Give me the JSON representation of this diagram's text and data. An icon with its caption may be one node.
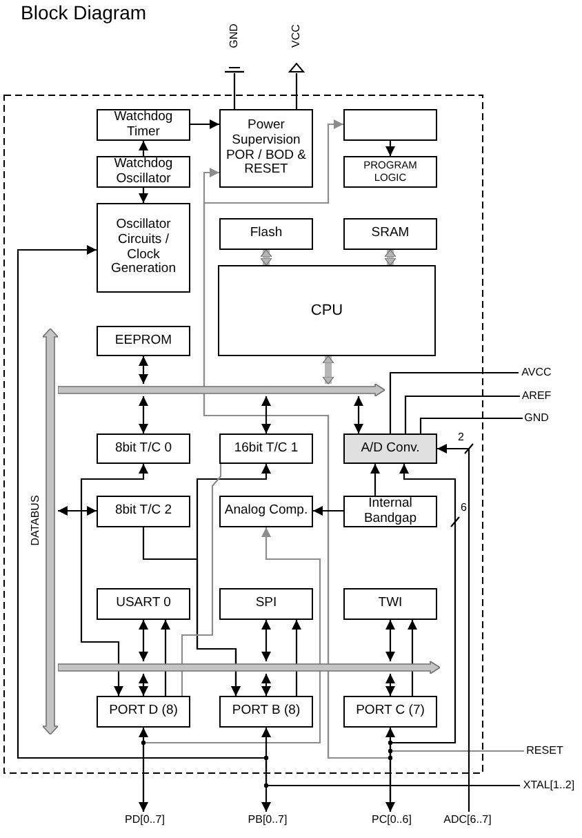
{
  "diagram": {
    "title": "Block Diagram",
    "nodes": [
      {
        "text": [
          "Watchdog Timer"
        ]
      },
      {
        "text": [
          "Watchdog Oscillator"
        ]
      },
      {
        "text": [
          "Oscillator Circuits / Clock Generation"
        ]
      },
      {
        "text": [
          "Power Supervision POR / BOD & RESET"
        ]
      },
      {
        "text": [],
        "shape": "box"
      },
      {
        "text": [
          "PROGRAM LOGIC"
        ]
      },
      {
        "text": [
          "Flash"
        ]
      },
      {
        "text": [
          "SRAM"
        ]
      },
      {
        "text": [
          "CPU"
        ]
      },
      {
        "text": [
          "EEPROM"
        ]
      },
      {
        "text": [
          "8bit T/C 0"
        ]
      },
      {
        "text": [
          "16bit T/C 1"
        ]
      },
      {
        "text": [
          "A/D Conv."
        ]
      },
      {
        "text": [
          "8bit T/C 2"
        ]
      },
      {
        "text": [
          "Analog Comp."
        ]
      },
      {
        "text": [
          "Internal Bandgap"
        ]
      },
      {
        "text": [
          "USART 0"
        ]
      },
      {
        "text": [
          "SPI"
        ]
      },
      {
        "text": [
          "TWI"
        ]
      },
      {
        "text": [
          "PORT D (8)"
        ]
      },
      {
        "text": [
          "PORT B (8)"
        ]
      },
      {
        "text": [
          "PORT C (7)"
        ]
      },
      {
        "text": [],
        "shape": "bar",
        "beside": [
          "DATABUS"
        ]
      },
      {
        "text": [],
        "shape": "bar"
      },
      {
        "text": [],
        "shape": "bar"
      },
      {
        "text": [
          "GND"
        ]
      },
      {
        "text": [
          "VCC"
        ]
      },
      {
        "text": [
          "AVCC"
        ]
      },
      {
        "text": [
          "AREF"
        ]
      },
      {
        "text": [
          "GND"
        ]
      },
      {
        "text": [
          "RESET"
        ]
      },
      {
        "text": [
          "XTAL[1..2]"
        ]
      },
      {
        "text": [
          "PD[0..7]"
        ]
      },
      {
        "text": [
          "PB[0..7]"
        ]
      },
      {
        "text": [
          "PC[0..6]"
        ]
      },
      {
        "text": [
          "ADC[6..7]"
        ]
      }
    ],
    "edges": [
      {
        "from": 0,
        "to": 3,
        "arrow": "to"
      },
      {
        "from": 1,
        "to": 0,
        "arrow": "to"
      },
      {
        "from": 1,
        "to": 2,
        "arrow": "to"
      },
      {
        "from": 4,
        "to": 5,
        "arrow": "to"
      },
      {
        "from": 3,
        "to": 25,
        "arrow": "none"
      },
      {
        "from": 3,
        "to": 26,
        "arrow": "none"
      },
      {
        "from": 30,
        "to": 3,
        "arrow": "to",
        "color": "#8c8c8c"
      },
      {
        "from": 30,
        "to": 4,
        "arrow": "to",
        "color": "#8c8c8c"
      },
      {
        "from": 6,
        "to": 8,
        "arrow": "both",
        "style": "thick",
        "color": "#b5b5b5"
      },
      {
        "from": 7,
        "to": 8,
        "arrow": "both",
        "style": "thick",
        "color": "#b5b5b5"
      },
      {
        "from": 8,
        "to": 23,
        "arrow": "both",
        "style": "thick",
        "color": "#b5b5b5"
      },
      {
        "from": 9,
        "to": 23,
        "arrow": "both"
      },
      {
        "from": 23,
        "to": 10,
        "arrow": "both"
      },
      {
        "from": 23,
        "to": 11,
        "arrow": "both"
      },
      {
        "from": 23,
        "to": 12,
        "arrow": "both"
      },
      {
        "from": 22,
        "to": 13,
        "arrow": "both"
      },
      {
        "from": 15,
        "to": 12,
        "arrow": "to"
      },
      {
        "from": 15,
        "to": 14,
        "arrow": "to"
      },
      {
        "from": 16,
        "to": 24,
        "arrow": "both"
      },
      {
        "from": 24,
        "to": 19,
        "arrow": "both"
      },
      {
        "from": 19,
        "to": 16,
        "arrow": "to"
      },
      {
        "from": 17,
        "to": 24,
        "arrow": "both"
      },
      {
        "from": 24,
        "to": 20,
        "arrow": "both"
      },
      {
        "from": 20,
        "to": 17,
        "arrow": "to"
      },
      {
        "from": 18,
        "to": 24,
        "arrow": "both"
      },
      {
        "from": 24,
        "to": 21,
        "arrow": "both"
      },
      {
        "from": 21,
        "to": 18,
        "arrow": "to"
      },
      {
        "from": 10,
        "to": 19,
        "arrow": "both"
      },
      {
        "from": 11,
        "to": 20,
        "arrow": "both"
      },
      {
        "from": 13,
        "to": 20,
        "arrow": "to"
      },
      {
        "from": 11,
        "to": 19,
        "arrow": "none",
        "color": "#8c8c8c"
      },
      {
        "from": 32,
        "to": 14,
        "arrow": "to",
        "color": "#8c8c8c"
      },
      {
        "from": 19,
        "to": 32,
        "arrow": "both"
      },
      {
        "from": 20,
        "to": 33,
        "arrow": "both"
      },
      {
        "from": 21,
        "to": 34,
        "arrow": "both"
      },
      {
        "from": 34,
        "to": 12,
        "arrow": "to"
      },
      {
        "from": 35,
        "to": 12,
        "arrow": "to"
      },
      {
        "from": 31,
        "to": 2,
        "arrow": "to"
      },
      {
        "from": 12,
        "to": 27,
        "arrow": "none"
      },
      {
        "from": 12,
        "to": 28,
        "arrow": "none"
      },
      {
        "from": 12,
        "to": 29,
        "arrow": "none"
      }
    ],
    "labels": [
      "2",
      "6"
    ]
  }
}
